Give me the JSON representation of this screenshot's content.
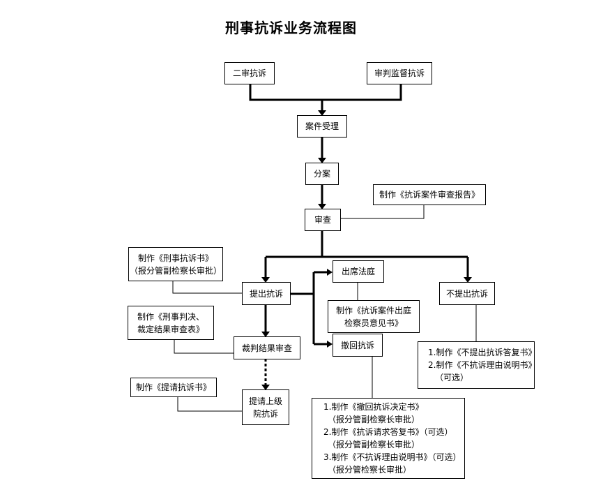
{
  "title": "刑事抗诉业务流程图",
  "nodes": {
    "second_instance": "二审抗诉",
    "trial_supervision": "审判监督抗诉",
    "case_acceptance": "案件受理",
    "assignment": "分案",
    "review": "审查",
    "review_report": "制作《抗诉案件审查报告》",
    "protest_doc": [
      "制作《刑事抗诉书》",
      "（报分管副检察长审批）"
    ],
    "file_protest": "提出抗诉",
    "attend_court": "出席法庭",
    "court_opinion": [
      "制作《抗诉案件出庭",
      "检察员意见书》"
    ],
    "no_protest": "不提出抗诉",
    "no_protest_docs": [
      "1.制作《不提出抗诉答复书》",
      "2.制作《不抗诉理由说明书》",
      "（可选）"
    ],
    "judgment_table": [
      "制作《刑事判决、",
      "裁定结果审查表》"
    ],
    "judgment_review": "裁判结果审查",
    "withdraw": "撤回抗诉",
    "request_doc": "制作《提请抗诉书》",
    "request_superior": [
      "提请上级",
      "院抗诉"
    ],
    "withdraw_docs": [
      "1.制作《撤回抗诉决定书》",
      "（报分管副检察长审批）",
      "2.制作《抗诉请求答复书》（可选）",
      "（报分管副检察长审批）",
      "3.制作《不抗诉理由说明书》（可选）",
      "（报分管检察长审批）"
    ]
  }
}
